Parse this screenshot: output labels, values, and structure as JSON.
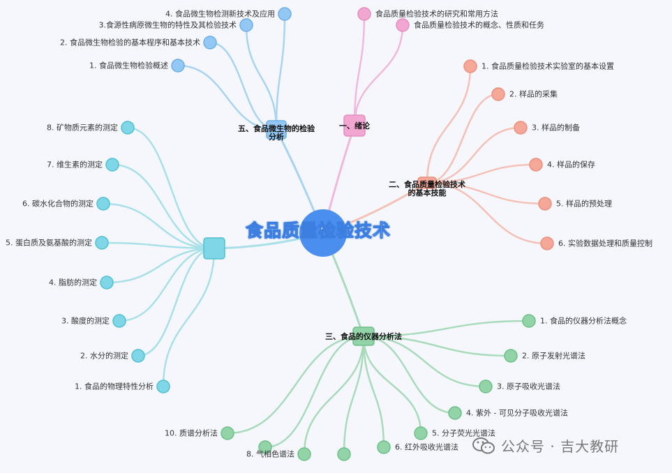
{
  "root": {
    "title": "食品质量检验技术",
    "color": "#4a8ff0"
  },
  "branches": [
    {
      "id": "b1",
      "label": "一、绪论",
      "color": "#f2a7d0",
      "stroke": "#e58cc0",
      "line": "#f2b8dc",
      "leaves": [
        "食品质量检验技术的研究和常用方法",
        "食品质量检验技术的概念、性质和任务"
      ]
    },
    {
      "id": "b2",
      "label_lines": [
        "二、食品质量检验技术",
        "的基本技能"
      ],
      "color": "#f5a898",
      "stroke": "#ec8f7d",
      "line": "#f5c0b5",
      "leaves": [
        "1. 食品质量检验技术实验室的基本设置",
        "2.  样品的采集",
        "3. 样品的制备",
        "4.  样品的保存",
        "5. 样品的预处理",
        "6. 实验数据处理和质量控制"
      ]
    },
    {
      "id": "b3",
      "label": "三、食品的仪器分析法",
      "color": "#93d3a8",
      "stroke": "#6cbf87",
      "line": "#a9dbbb",
      "leaves": [
        "1. 食品的仪器分析法概念",
        "2. 原子发射光谱法",
        "3. 原子吸收光谱法",
        "4. 紫外 - 可见分子吸收光谱法",
        "5. 分子荧光光谱法",
        "6. 红外吸收光谱法",
        "",
        "8. 气相色谱法",
        "",
        "10. 质谱分析法"
      ]
    },
    {
      "id": "b4",
      "label": "",
      "color": "#7fd6e6",
      "stroke": "#4fbfd2",
      "line": "#a8e0ea",
      "leaves": [
        "8. 矿物质元素的测定",
        "7. 维生素的测定",
        "6. 碳水化合物的测定",
        "5. 蛋白质及氨基酸的测定",
        "4. 脂肪的测定",
        "3. 酸度的测定",
        "2. 水分的测定",
        "1.  食品的物理特性分析"
      ]
    },
    {
      "id": "b5",
      "label_lines": [
        "五、食品微生物的检验",
        "分析"
      ],
      "color": "#93c8f5",
      "stroke": "#6aaee9",
      "line": "#a9d3f3",
      "leaves": [
        "4. 食品微生物检测新技术及应用",
        "3.食源性病原微生物的特性及其检验技术",
        "2. 食品微生物检验的基本程序和基本技术",
        "1. 食品微生物检验概述"
      ]
    }
  ],
  "watermark": {
    "text": "公众号 · 吉大教研",
    "icon": "wechat-icon"
  }
}
